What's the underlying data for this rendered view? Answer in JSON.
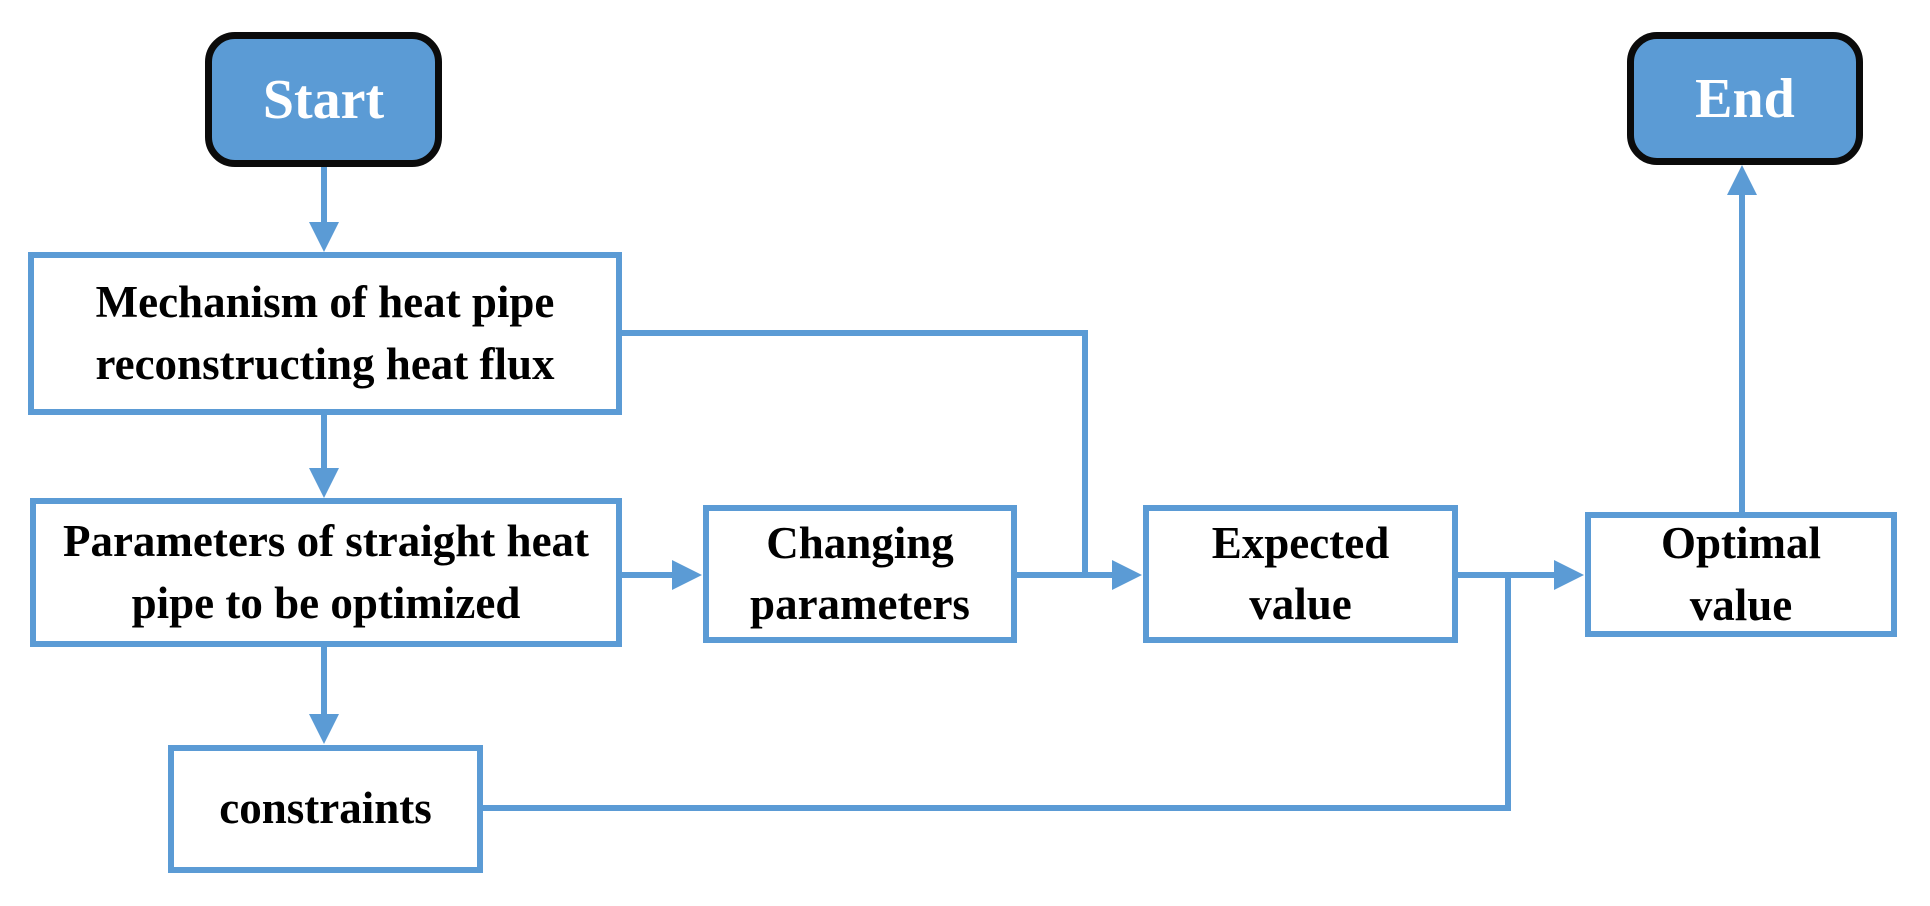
{
  "diagram": {
    "type": "flowchart",
    "accent_color": "#5B9BD5",
    "terminal_fill_color": "#5B9BD5",
    "terminal_border_color": "#0b0b0b",
    "process_border_color": "#5B9BD5",
    "text_color": "#000000",
    "terminal_text_color": "#ffffff",
    "nodes": {
      "start": {
        "label": "Start",
        "shape": "rounded-terminal"
      },
      "end": {
        "label": "End",
        "shape": "rounded-terminal"
      },
      "mechanism": {
        "label": "Mechanism of heat pipe reconstructing heat flux",
        "shape": "process"
      },
      "parameters": {
        "label": "Parameters of straight heat pipe to be optimized",
        "shape": "process"
      },
      "changing": {
        "label": "Changing parameters",
        "shape": "process"
      },
      "expected": {
        "label": "Expected value",
        "shape": "process"
      },
      "optimal": {
        "label": "Optimal value",
        "shape": "process"
      },
      "constraints": {
        "label": "constraints",
        "shape": "process"
      }
    },
    "edges": [
      {
        "from": "start",
        "to": "mechanism",
        "arrow": true,
        "route": "down"
      },
      {
        "from": "mechanism",
        "to": "parameters",
        "arrow": true,
        "route": "down"
      },
      {
        "from": "parameters",
        "to": "changing",
        "arrow": true,
        "route": "right"
      },
      {
        "from": "changing",
        "to": "expected",
        "arrow": true,
        "route": "right"
      },
      {
        "from": "expected",
        "to": "optimal",
        "arrow": true,
        "route": "right"
      },
      {
        "from": "parameters",
        "to": "constraints",
        "arrow": true,
        "route": "down"
      },
      {
        "from": "mechanism",
        "to": "expected",
        "arrow": false,
        "route": "right-then-down, merges into changing-to-expected arrow"
      },
      {
        "from": "constraints",
        "to": "optimal",
        "arrow": false,
        "route": "right-then-up, merges into expected-to-optimal arrow"
      },
      {
        "from": "optimal",
        "to": "end",
        "arrow": true,
        "route": "up"
      }
    ]
  }
}
